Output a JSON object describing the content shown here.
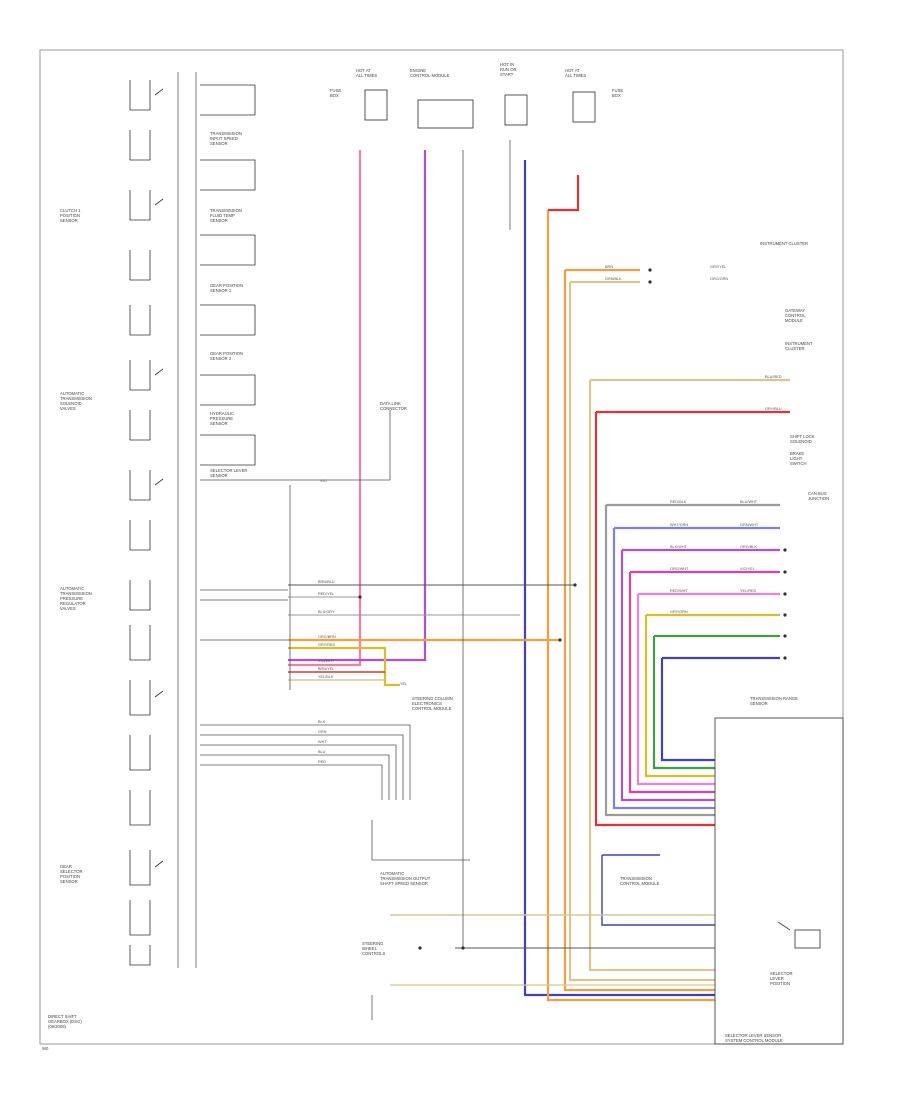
{
  "diagram": {
    "corner_code": "W0",
    "title_lines": [
      "DIRECT SHIFT",
      "GEARBOX (DSG)",
      "(06/2008)"
    ],
    "components": [
      {
        "id": "clutch-pos-1",
        "lines": [
          "CLUTCH 1",
          "POSITION",
          "SENSOR"
        ]
      },
      {
        "id": "trans-input-speed",
        "lines": [
          "TRANSMISSION",
          "INPUT SPEED",
          "SENSOR"
        ]
      },
      {
        "id": "trans-fluid-temp",
        "lines": [
          "TRANSMISSION",
          "FLUID TEMP",
          "SENSOR"
        ]
      },
      {
        "id": "gear-pos-1",
        "lines": [
          "GEAR POSITION",
          "SENSOR 1"
        ]
      },
      {
        "id": "gear-pos-2",
        "lines": [
          "GEAR POSITION",
          "SENSOR 2"
        ]
      },
      {
        "id": "hydraulic-pressure-sensor",
        "lines": [
          "HYDRAULIC",
          "PRESSURE",
          "SENSOR"
        ]
      },
      {
        "id": "selector-lever-sensor",
        "lines": [
          "SELECTOR LEVER",
          "SENSOR"
        ]
      },
      {
        "id": "left-solenoid-group",
        "lines": [
          "AUTOMATIC",
          "TRANSMISSION",
          "SOLENOID",
          "VALVES"
        ]
      },
      {
        "id": "mid-solenoid-group",
        "lines": [
          "AUTOMATIC",
          "TRANSMISSION",
          "PRESSURE",
          "REGULATOR",
          "VALVES"
        ]
      },
      {
        "id": "lower-left-sensor",
        "lines": [
          "GEAR",
          "SELECTOR",
          "POSITION",
          "SENSOR"
        ]
      },
      {
        "id": "fuse-top-left",
        "lines": [
          "HOT AT",
          "ALL TIMES"
        ]
      },
      {
        "id": "fuse-box-left",
        "lines": [
          "FUSE",
          "BOX"
        ]
      },
      {
        "id": "engine-control",
        "lines": [
          "ENGINE",
          "CONTROL MODULE"
        ]
      },
      {
        "id": "hot-run-start",
        "lines": [
          "HOT IN",
          "RUN OR",
          "START"
        ]
      },
      {
        "id": "hot-all-times-right",
        "lines": [
          "HOT AT",
          "ALL TIMES"
        ]
      },
      {
        "id": "fuse-box-right",
        "lines": [
          "FUSE",
          "BOX"
        ]
      },
      {
        "id": "data-link",
        "lines": [
          "DATA LINK",
          "CONNECTOR"
        ]
      },
      {
        "id": "instrument-cluster-top",
        "lines": [
          "INSTRUMENT CLUSTER"
        ]
      },
      {
        "id": "gateway",
        "lines": [
          "GATEWAY",
          "CONTROL",
          "MODULE"
        ]
      },
      {
        "id": "instrument-cluster",
        "lines": [
          "INSTRUMENT",
          "CLUSTER"
        ]
      },
      {
        "id": "shift-lock",
        "lines": [
          "SHIFT LOCK",
          "SOLENOID"
        ]
      },
      {
        "id": "brake-light-switch",
        "lines": [
          "BRAKE",
          "LIGHT",
          "SWITCH"
        ]
      },
      {
        "id": "can-bus-junction",
        "lines": [
          "CAN BUS",
          "JUNCTION"
        ]
      },
      {
        "id": "trans-range-sensor",
        "lines": [
          "TRANSMISSION RANGE",
          "SENSOR"
        ]
      },
      {
        "id": "tcm-connector",
        "lines": [
          "TRANSMISSION",
          "CONTROL MODULE"
        ]
      },
      {
        "id": "auto-trans-speed-sensor",
        "lines": [
          "AUTOMATIC",
          "TRANSMISSION OUTPUT",
          "SHAFT SPEED SENSOR"
        ]
      },
      {
        "id": "steering-column",
        "lines": [
          "STEERING COLUMN",
          "ELECTRONICS",
          "CONTROL MODULE"
        ]
      },
      {
        "id": "shift-selector",
        "lines": [
          "SELECTOR",
          "LEVER",
          "POSITION"
        ]
      },
      {
        "id": "selector-lever-module",
        "lines": [
          "SELECTOR LEVER SENSOR",
          "SYSTEM CONTROL MODULE"
        ]
      },
      {
        "id": "steering-wheel-control",
        "lines": [
          "STEERING",
          "WHEEL",
          "CONTROLS"
        ]
      }
    ],
    "wire_labels": [
      "BRN/BLU",
      "RED/YEL",
      "BLU/GRY",
      "ORG/BRN",
      "GRY/RED",
      "VIO/WHT",
      "BRN/YEL",
      "YEL/BLK",
      "BLK",
      "GRN",
      "WHT",
      "BLU",
      "RED",
      "YEL",
      "VIO",
      "BRN",
      "GRN/BLK",
      "GRY/YEL",
      "ORG/GRN",
      "BLU/RED",
      "GRY/BLU",
      "RED/BLK",
      "BLU/WHT",
      "WHT/GRN",
      "GRN/WHT",
      "BLK/WHT",
      "ORG/BLK",
      "ORG/WHT",
      "VIO/YEL",
      "RED/WHT",
      "YEL/RED",
      "GRY/GRN"
    ],
    "wire_colors": {
      "pink": "#f080a8",
      "violet": "#b050d0",
      "blue": "#4040c0",
      "orange": "#f0a040",
      "red": "#e83030",
      "green": "#40a040",
      "yellow": "#d8c020",
      "tan": "#d8c890",
      "gray": "#9a9a9a",
      "black": "#555555",
      "magenta": "#e040a0",
      "lightblue": "#8080e0"
    }
  }
}
